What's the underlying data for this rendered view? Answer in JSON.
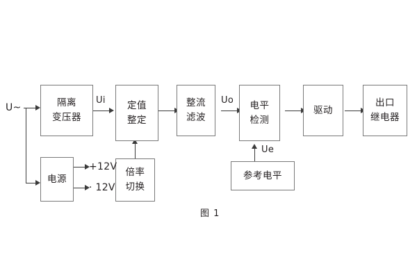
{
  "figure": {
    "caption": "图 1",
    "accent_border": "#787878",
    "line_color": "#3a3a3a",
    "text_color": "#231f20",
    "background": "#ffffff"
  },
  "ports": {
    "input_label": "U~",
    "supply_positive": "+12V",
    "supply_negative": "· 12V"
  },
  "signals": {
    "ui": "Ui",
    "uo": "Uo",
    "ue": "Ue"
  },
  "blocks": [
    {
      "id": "isolation-transformer",
      "line1": "隔离",
      "line2": "变压器"
    },
    {
      "id": "setting-value",
      "line1": "定值",
      "line2": "整定"
    },
    {
      "id": "rectify-filter",
      "line1": "整流",
      "line2": "滤波"
    },
    {
      "id": "level-detection",
      "line1": "电平",
      "line2": "检测"
    },
    {
      "id": "drive",
      "line1": "驱动",
      "line2": ""
    },
    {
      "id": "output-relay",
      "line1": "出口",
      "line2": "继电器"
    },
    {
      "id": "power-supply",
      "line1": "电源",
      "line2": ""
    },
    {
      "id": "multiplier-switch",
      "line1": "倍率",
      "line2": "切换"
    },
    {
      "id": "reference-level",
      "line1": "参考电平",
      "line2": ""
    }
  ]
}
